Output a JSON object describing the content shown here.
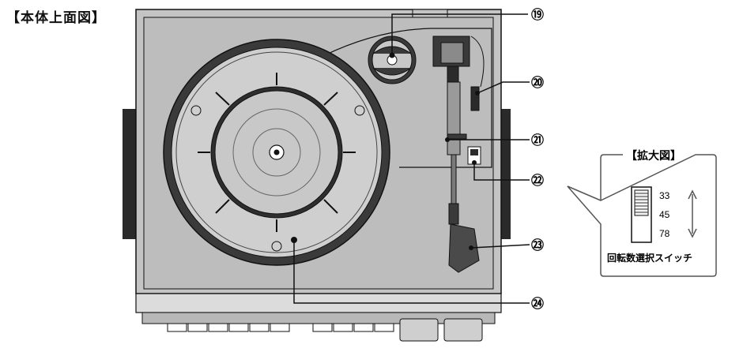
{
  "page_title": "【本体上面図】",
  "callouts": [
    "⑲",
    "⑳",
    "㉑",
    "㉒",
    "㉓",
    "㉔"
  ],
  "zoom_box": {
    "title": "【拡大図】",
    "speeds": [
      "33",
      "45",
      "78"
    ],
    "caption": "回転数選択スイッチ"
  },
  "colors": {
    "body_gray": "#c4c4c4",
    "panel_gray": "#bdbdbd",
    "platter_dark": "#3a3a3a",
    "line": "#111111"
  }
}
